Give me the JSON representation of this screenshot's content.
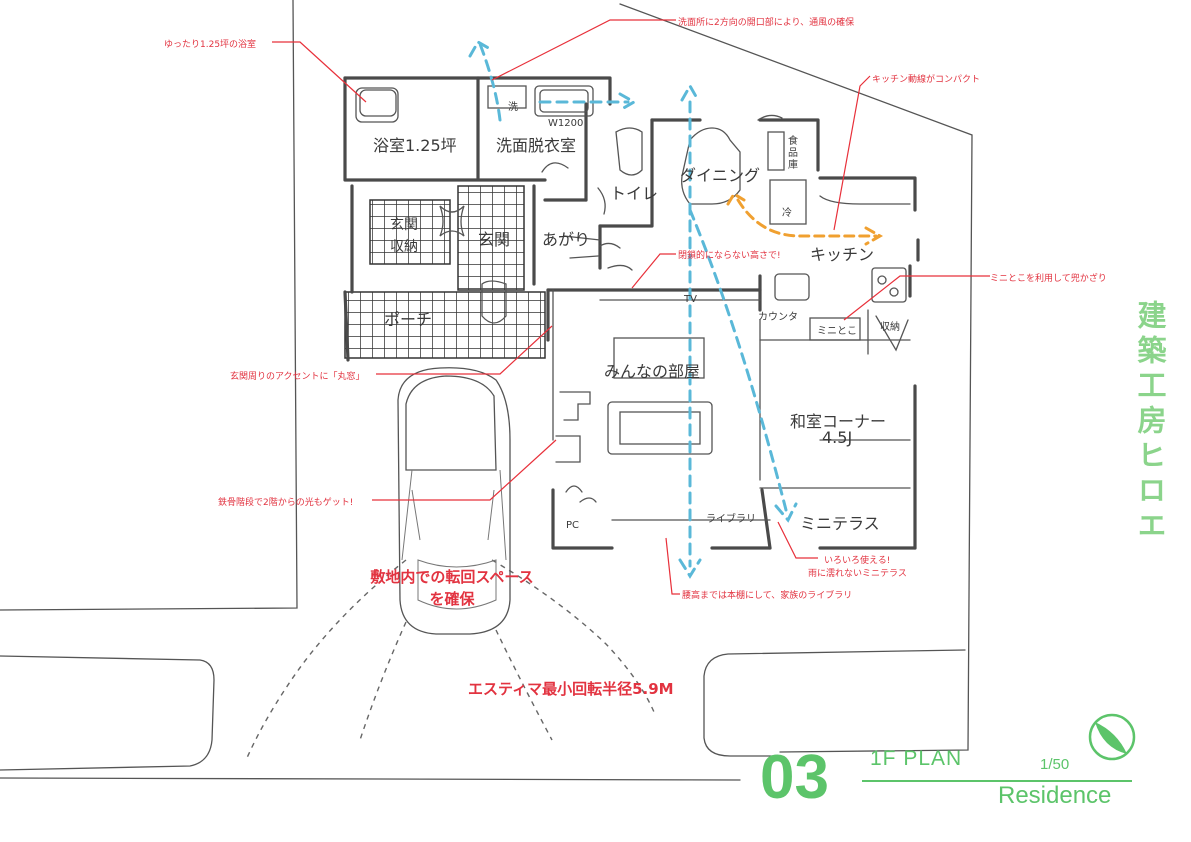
{
  "rooms": {
    "bath": "浴室1.25坪",
    "dressing": "洗面脱衣室",
    "wash_mark": "洗",
    "w1200": "W1200",
    "toilet": "トイレ",
    "food_store_1": "食",
    "food_store_2": "品",
    "food_store_3": "庫",
    "dining": "ダイニング",
    "fridge": "冷",
    "kitchen": "キッチン",
    "entry_storage_1": "玄関",
    "entry_storage_2": "収納",
    "entry": "玄関",
    "agari": "あがり",
    "porch": "ポーチ",
    "tv": "TV",
    "family_room": "みんなの部屋",
    "counter": "カウンタ",
    "mini_tokoma": "ミニとこ",
    "storage": "収納",
    "washitsu_1": "和室コーナー",
    "washitsu_2": "4.5J",
    "pc": "PC",
    "library": "ライブラリ",
    "mini_terrace": "ミニテラス"
  },
  "annotations": {
    "bath_note": "ゆったり1.25坪の浴室",
    "ventilation_note": "洗面所に2方向の開口部により、通風の確保",
    "kitchen_note": "キッチン動線がコンパクト",
    "window_height_note": "閉鎖的にならない高さで!",
    "tokoma_note": "ミニとこを利用して兜かざり",
    "round_window_note": "玄関周りのアクセントに「丸窓」",
    "stair_note": "鉄骨階段で2階からの光もゲット!",
    "terrace_note_1": "いろいろ使える!",
    "terrace_note_2": "雨に濡れないミニテラス",
    "library_note": "腰高までは本棚にして、家族のライブラリ",
    "turning_note_1": "敷地内での転回スペース",
    "turning_note_2": "を確保",
    "radius_note": "エスティマ最小回転半径5.9M"
  },
  "title_block": {
    "sheet_number": "03",
    "plan_label": "1F PLAN",
    "scale": "1/50",
    "type_label": "Residence",
    "brand_vertical": "建築工房ヒロエ"
  },
  "colors": {
    "annotation_red": "#e23340",
    "flow_blue": "#5ab8d8",
    "flow_orange": "#f0a030",
    "brand_green": "#5cc46a"
  }
}
